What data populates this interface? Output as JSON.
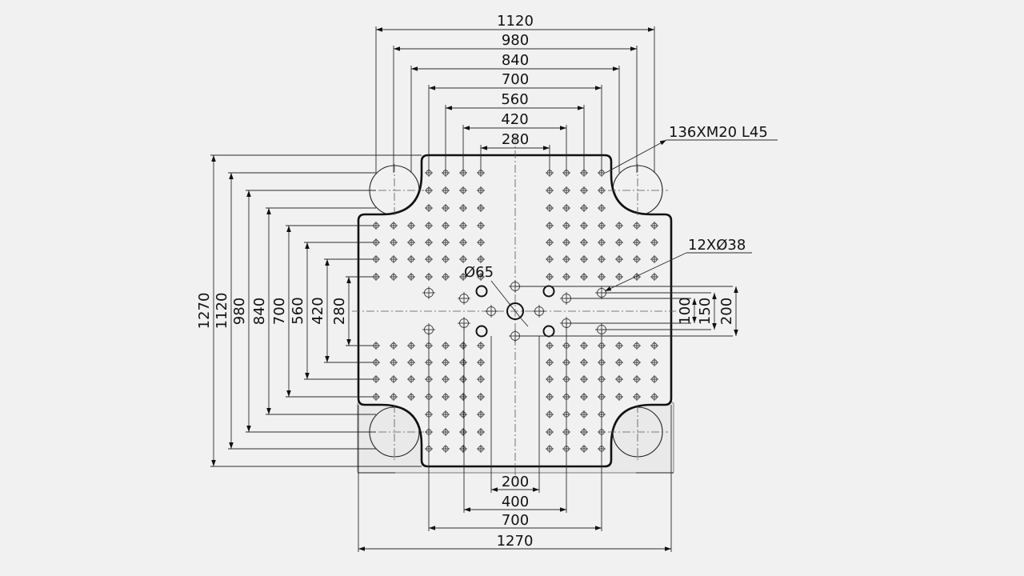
{
  "drawing": {
    "top_dimensions": [
      "1120",
      "980",
      "840",
      "700",
      "560",
      "420",
      "280"
    ],
    "left_dimensions": [
      "1270",
      "1120",
      "980",
      "840",
      "700",
      "560",
      "420",
      "280"
    ],
    "bottom_dimensions": [
      "200",
      "400",
      "700",
      "1270"
    ],
    "right_dimensions": [
      "100",
      "150",
      "200"
    ],
    "callouts": {
      "tapped_holes": "136XM20 L45",
      "through_holes": "12XØ38",
      "center_bore": "Ø65"
    }
  },
  "colors": {
    "background": "#f1f1f1",
    "line": "#111111",
    "base": "#e9e9e9"
  }
}
